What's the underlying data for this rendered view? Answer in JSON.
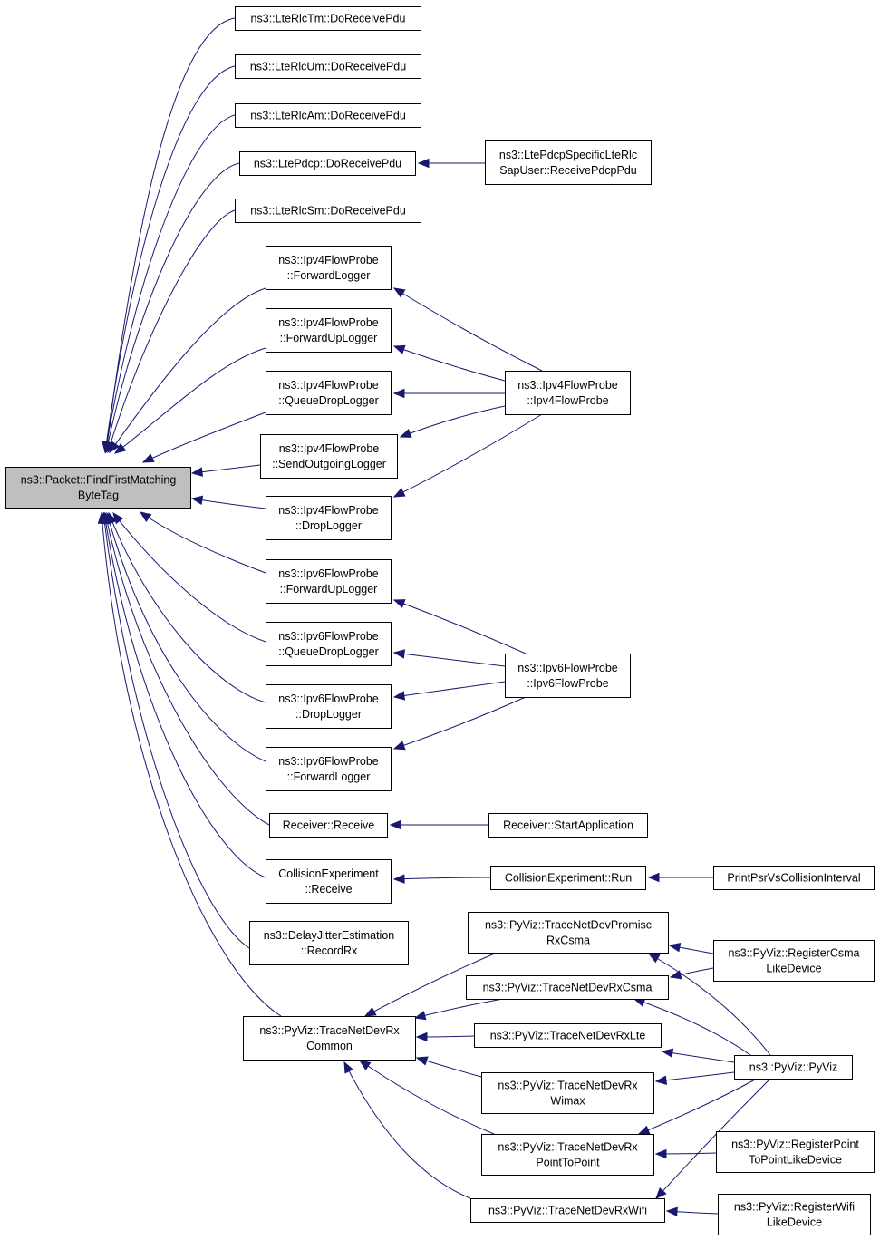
{
  "graph": {
    "nodes": [
      {
        "id": "root",
        "lines": [
          "ns3::Packet::FindFirstMatching",
          "ByteTag"
        ],
        "highlight": true
      },
      {
        "id": "rlctm",
        "lines": [
          "ns3::LteRlcTm::DoReceivePdu"
        ]
      },
      {
        "id": "rlcum",
        "lines": [
          "ns3::LteRlcUm::DoReceivePdu"
        ]
      },
      {
        "id": "rlcam",
        "lines": [
          "ns3::LteRlcAm::DoReceivePdu"
        ]
      },
      {
        "id": "pdcp",
        "lines": [
          "ns3::LtePdcp::DoReceivePdu"
        ]
      },
      {
        "id": "pdcpsap",
        "lines": [
          "ns3::LtePdcpSpecificLteRlc",
          "SapUser::ReceivePdcpPdu"
        ]
      },
      {
        "id": "rlcsm",
        "lines": [
          "ns3::LteRlcSm::DoReceivePdu"
        ]
      },
      {
        "id": "v4fwd",
        "lines": [
          "ns3::Ipv4FlowProbe",
          "::ForwardLogger"
        ]
      },
      {
        "id": "v4fwdup",
        "lines": [
          "ns3::Ipv4FlowProbe",
          "::ForwardUpLogger"
        ]
      },
      {
        "id": "v4queue",
        "lines": [
          "ns3::Ipv4FlowProbe",
          "::QueueDropLogger"
        ]
      },
      {
        "id": "v4send",
        "lines": [
          "ns3::Ipv4FlowProbe",
          "::SendOutgoingLogger"
        ]
      },
      {
        "id": "v4drop",
        "lines": [
          "ns3::Ipv4FlowProbe",
          "::DropLogger"
        ]
      },
      {
        "id": "v4probe",
        "lines": [
          "ns3::Ipv4FlowProbe",
          "::Ipv4FlowProbe"
        ]
      },
      {
        "id": "v6fwdup",
        "lines": [
          "ns3::Ipv6FlowProbe",
          "::ForwardUpLogger"
        ]
      },
      {
        "id": "v6queue",
        "lines": [
          "ns3::Ipv6FlowProbe",
          "::QueueDropLogger"
        ]
      },
      {
        "id": "v6drop",
        "lines": [
          "ns3::Ipv6FlowProbe",
          "::DropLogger"
        ]
      },
      {
        "id": "v6fwd",
        "lines": [
          "ns3::Ipv6FlowProbe",
          "::ForwardLogger"
        ]
      },
      {
        "id": "v6probe",
        "lines": [
          "ns3::Ipv6FlowProbe",
          "::Ipv6FlowProbe"
        ]
      },
      {
        "id": "recv",
        "lines": [
          "Receiver::Receive"
        ]
      },
      {
        "id": "recvstart",
        "lines": [
          "Receiver::StartApplication"
        ]
      },
      {
        "id": "collrecv",
        "lines": [
          "CollisionExperiment",
          "::Receive"
        ]
      },
      {
        "id": "collrun",
        "lines": [
          "CollisionExperiment::Run"
        ]
      },
      {
        "id": "printpsr",
        "lines": [
          "PrintPsrVsCollisionInterval"
        ]
      },
      {
        "id": "delay",
        "lines": [
          "ns3::DelayJitterEstimation",
          "::RecordRx"
        ]
      },
      {
        "id": "pvcommon",
        "lines": [
          "ns3::PyViz::TraceNetDevRx",
          "Common"
        ]
      },
      {
        "id": "pvpromisc",
        "lines": [
          "ns3::PyViz::TraceNetDevPromisc",
          "RxCsma"
        ]
      },
      {
        "id": "pvcsma",
        "lines": [
          "ns3::PyViz::TraceNetDevRxCsma"
        ]
      },
      {
        "id": "pvlte",
        "lines": [
          "ns3::PyViz::TraceNetDevRxLte"
        ]
      },
      {
        "id": "pvwimax",
        "lines": [
          "ns3::PyViz::TraceNetDevRx",
          "Wimax"
        ]
      },
      {
        "id": "pvp2p",
        "lines": [
          "ns3::PyViz::TraceNetDevRx",
          "PointToPoint"
        ]
      },
      {
        "id": "pvwifi",
        "lines": [
          "ns3::PyViz::TraceNetDevRxWifi"
        ]
      },
      {
        "id": "pvregcsma",
        "lines": [
          "ns3::PyViz::RegisterCsma",
          "LikeDevice"
        ]
      },
      {
        "id": "pvpyviz",
        "lines": [
          "ns3::PyViz::PyViz"
        ]
      },
      {
        "id": "pvregp2p",
        "lines": [
          "ns3::PyViz::RegisterPoint",
          "ToPointLikeDevice"
        ]
      },
      {
        "id": "pvregwifi",
        "lines": [
          "ns3::PyViz::RegisterWifi",
          "LikeDevice"
        ]
      }
    ],
    "edges": [
      {
        "from": "rlctm",
        "to": "root"
      },
      {
        "from": "rlcum",
        "to": "root"
      },
      {
        "from": "rlcam",
        "to": "root"
      },
      {
        "from": "pdcp",
        "to": "root"
      },
      {
        "from": "rlcsm",
        "to": "root"
      },
      {
        "from": "v4fwd",
        "to": "root"
      },
      {
        "from": "v4fwdup",
        "to": "root"
      },
      {
        "from": "v4queue",
        "to": "root"
      },
      {
        "from": "v4send",
        "to": "root"
      },
      {
        "from": "v4drop",
        "to": "root"
      },
      {
        "from": "v6fwdup",
        "to": "root"
      },
      {
        "from": "v6queue",
        "to": "root"
      },
      {
        "from": "v6drop",
        "to": "root"
      },
      {
        "from": "v6fwd",
        "to": "root"
      },
      {
        "from": "recv",
        "to": "root"
      },
      {
        "from": "collrecv",
        "to": "root"
      },
      {
        "from": "delay",
        "to": "root"
      },
      {
        "from": "pvcommon",
        "to": "root"
      },
      {
        "from": "pdcpsap",
        "to": "pdcp"
      },
      {
        "from": "v4probe",
        "to": "v4fwd"
      },
      {
        "from": "v4probe",
        "to": "v4fwdup"
      },
      {
        "from": "v4probe",
        "to": "v4queue"
      },
      {
        "from": "v4probe",
        "to": "v4send"
      },
      {
        "from": "v4probe",
        "to": "v4drop"
      },
      {
        "from": "v6probe",
        "to": "v6fwdup"
      },
      {
        "from": "v6probe",
        "to": "v6queue"
      },
      {
        "from": "v6probe",
        "to": "v6drop"
      },
      {
        "from": "v6probe",
        "to": "v6fwd"
      },
      {
        "from": "recvstart",
        "to": "recv"
      },
      {
        "from": "collrun",
        "to": "collrecv"
      },
      {
        "from": "printpsr",
        "to": "collrun"
      },
      {
        "from": "pvpromisc",
        "to": "pvcommon"
      },
      {
        "from": "pvcsma",
        "to": "pvcommon"
      },
      {
        "from": "pvlte",
        "to": "pvcommon"
      },
      {
        "from": "pvwimax",
        "to": "pvcommon"
      },
      {
        "from": "pvp2p",
        "to": "pvcommon"
      },
      {
        "from": "pvwifi",
        "to": "pvcommon"
      },
      {
        "from": "pvregcsma",
        "to": "pvpromisc"
      },
      {
        "from": "pvregcsma",
        "to": "pvcsma"
      },
      {
        "from": "pvpyviz",
        "to": "pvpromisc"
      },
      {
        "from": "pvpyviz",
        "to": "pvcsma"
      },
      {
        "from": "pvpyviz",
        "to": "pvlte"
      },
      {
        "from": "pvpyviz",
        "to": "pvwimax"
      },
      {
        "from": "pvpyviz",
        "to": "pvp2p"
      },
      {
        "from": "pvpyviz",
        "to": "pvwifi"
      },
      {
        "from": "pvregp2p",
        "to": "pvp2p"
      },
      {
        "from": "pvregwifi",
        "to": "pvwifi"
      }
    ]
  },
  "colors": {
    "edge": "#191970",
    "root_fill": "#bfbfbf",
    "node_fill": "#ffffff",
    "node_border": "#000000"
  }
}
